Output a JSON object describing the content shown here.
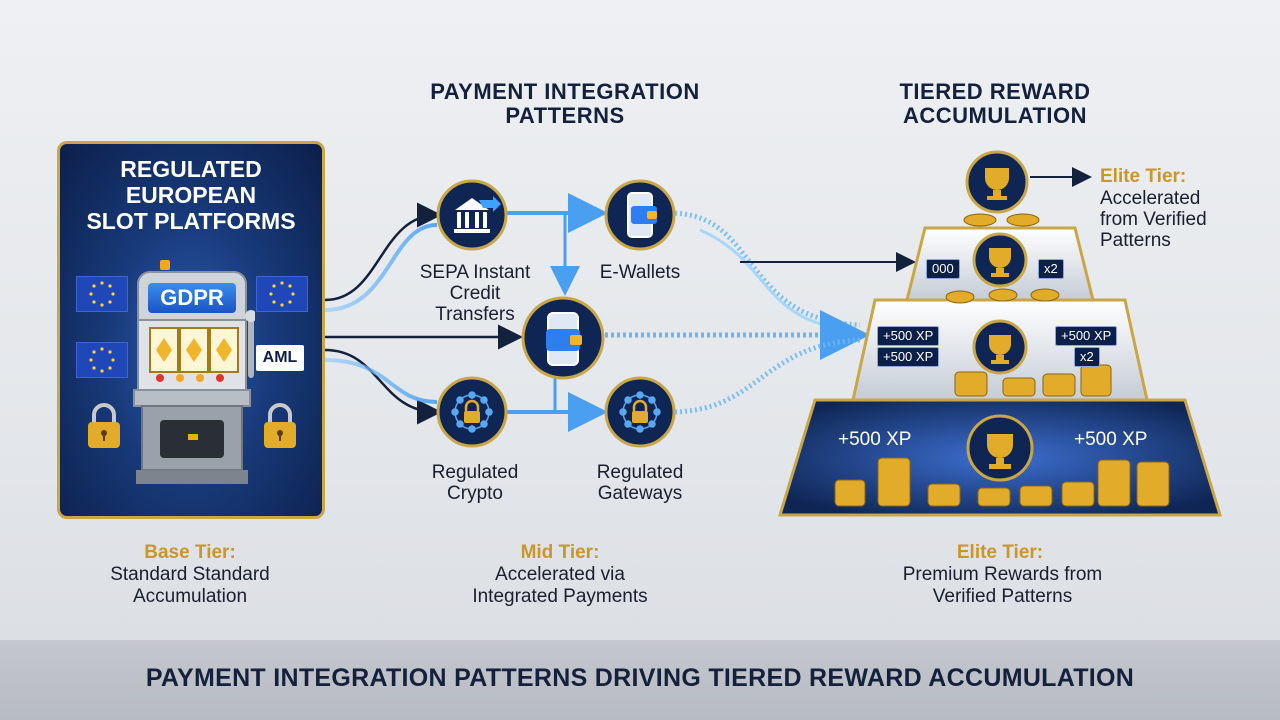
{
  "headings": {
    "payment": "PAYMENT INTEGRATION\nPATTERNS",
    "reward": "TIERED REWARD\nACCUMULATION"
  },
  "platform": {
    "title": "REGULATED\nEUROPEAN\nSLOT PLATFORMS",
    "gdpr": "GDPR",
    "aml": "AML"
  },
  "payment_nodes": {
    "sepa": "SEPA Instant\nCredit\nTransfers",
    "ewallets": "E-Wallets",
    "crypto": "Regulated\nCrypto",
    "gateways": "Regulated\nGateways"
  },
  "pyramid": {
    "top_tier_title": "Elite Tier:",
    "top_tier_desc": "Accelerated\nfrom Verified\nPatterns",
    "badges": {
      "t2_left": "000",
      "t2_right": "x2",
      "t3_left_a": "+500 XP",
      "t3_left_b": "+500 XP",
      "t3_right_a": "+500 XP",
      "t3_right_b": "x2",
      "t4_left": "+500 XP",
      "t4_right": "+500 XP"
    }
  },
  "tiers": [
    {
      "title": "Base Tier:",
      "desc": "Standard Standard\nAccumulation"
    },
    {
      "title": "Mid Tier:",
      "desc": "Accelerated via\nIntegrated Payments"
    },
    {
      "title": "Elite Tier:",
      "desc": "Premium Rewards from\nVerified Patterns"
    }
  ],
  "footer": "PAYMENT INTEGRATION PATTERNS DRIVING TIERED REWARD ACCUMULATION",
  "colors": {
    "navy": "#0c1f4a",
    "gold": "#c9962b",
    "flow_blue": "#5aa8f0",
    "dark_text": "#1a1f2e"
  },
  "icons": [
    "bank-icon",
    "wallet-icon",
    "phone-wallet-icon",
    "crypto-network-icon",
    "gateway-network-icon",
    "trophy-icon",
    "padlock-icon",
    "eu-flag-icon",
    "slot-machine-icon",
    "coin-stack-icon"
  ]
}
